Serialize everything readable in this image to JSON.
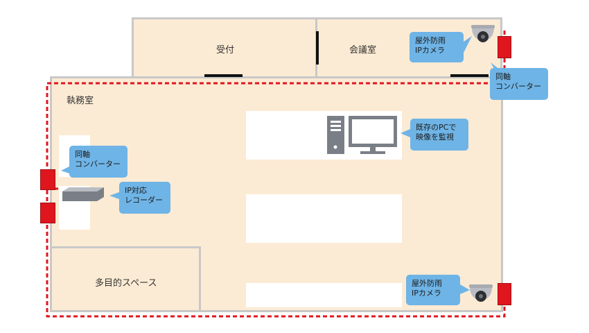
{
  "rooms": {
    "reception": "受付",
    "meeting": "会議室",
    "office": "執務室",
    "multipurpose": "多目的スペース"
  },
  "callouts": {
    "camera_top": [
      "屋外防雨",
      "IPカメラ"
    ],
    "converter_right": [
      "同軸",
      "コンバーター"
    ],
    "converter_left": [
      "同軸",
      "コンバーター"
    ],
    "recorder": [
      "IP対応",
      "レコーダー"
    ],
    "pc_monitor": [
      "既存のPCで",
      "映像を監視"
    ],
    "camera_bottom": [
      "屋外防雨",
      "IPカメラ"
    ]
  },
  "colors": {
    "room_fill": "#fcebd4",
    "wall_border": "#c8c8c8",
    "callout_fill": "#6fb4e6",
    "cable_red": "#e0161e",
    "device_gray": "#7a7f87"
  }
}
